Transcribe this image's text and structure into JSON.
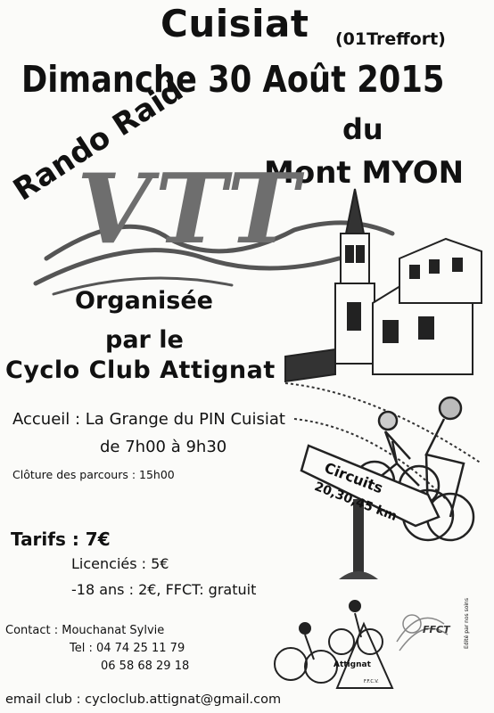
{
  "header": {
    "town": "Cuisiat",
    "town_sub": "(01Treffort)",
    "date": "Dimanche 30 Août 2015",
    "du": "du",
    "mont": "Mont MYON"
  },
  "event": {
    "rando_raid": "Rando Raid",
    "vtt": "VTT"
  },
  "organiser": {
    "line1": "Organisée",
    "line2": "par le",
    "line3": "Cyclo Club Attignat"
  },
  "accueil": {
    "line1": "Accueil : La Grange du PIN Cuisiat",
    "line2": "de 7h00 à 9h30",
    "cloture": "Clôture des parcours : 15h00"
  },
  "tarifs": {
    "main": "Tarifs : 7€",
    "licencies": "Licenciés : 5€",
    "moins18": "-18 ans : 2€, FFCT: gratuit"
  },
  "sign": {
    "label": "Circuits",
    "values": "20,30,45 km"
  },
  "contact": {
    "label": "Contact : Mouchanat Sylvie",
    "tel1": "Tel : 04 74 25 11 79",
    "tel2": "06 58 68 29 18",
    "email": "email club : cycloclub.attignat@gmail.com"
  },
  "logos": {
    "attignat": "Attignat",
    "ffcv": "F.F.C.V.",
    "ffct": "FFCT",
    "edite": "Edité par nos soins"
  }
}
